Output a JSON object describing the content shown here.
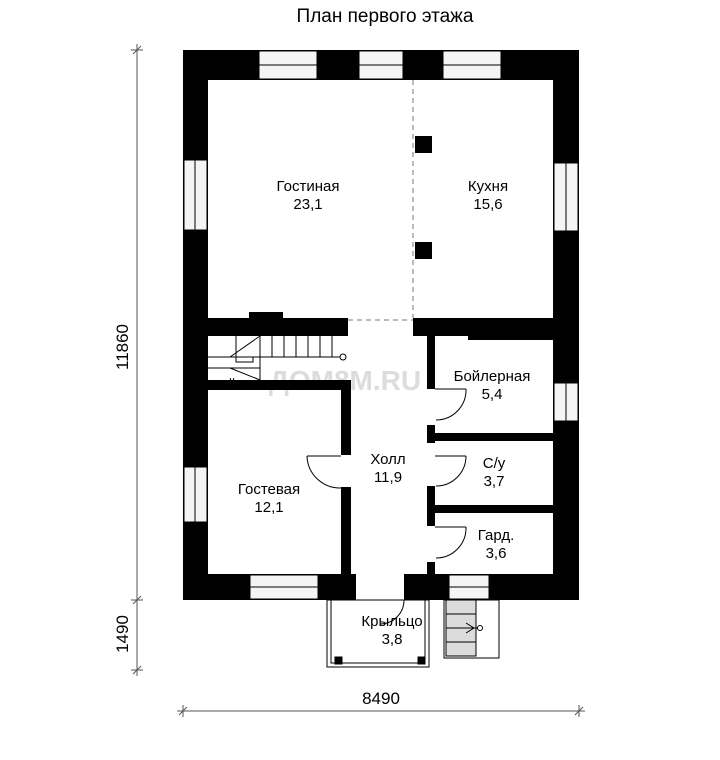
{
  "title": "План первого этажа",
  "watermark": "ДОМ8М.RU",
  "dimensions": {
    "height_main": "11860",
    "height_porch": "1490",
    "width": "8490"
  },
  "rooms": [
    {
      "id": "living",
      "name": "Гостиная",
      "area": "23,1"
    },
    {
      "id": "kitchen",
      "name": "Кухня",
      "area": "15,6"
    },
    {
      "id": "boiler",
      "name": "Бойлерная",
      "area": "5,4"
    },
    {
      "id": "hall",
      "name": "Холл",
      "area": "11,9"
    },
    {
      "id": "bath",
      "name": "С/у",
      "area": "3,7"
    },
    {
      "id": "guest",
      "name": "Гостевая",
      "area": "12,1"
    },
    {
      "id": "wardrobe",
      "name": "Гард.",
      "area": "3,6"
    },
    {
      "id": "porch",
      "name": "Крыльцо",
      "area": "3,8"
    }
  ],
  "colors": {
    "wall": "#000000",
    "window": "#f4f4f4",
    "dim_line": "#555555",
    "watermark": "#dcdcdc"
  }
}
